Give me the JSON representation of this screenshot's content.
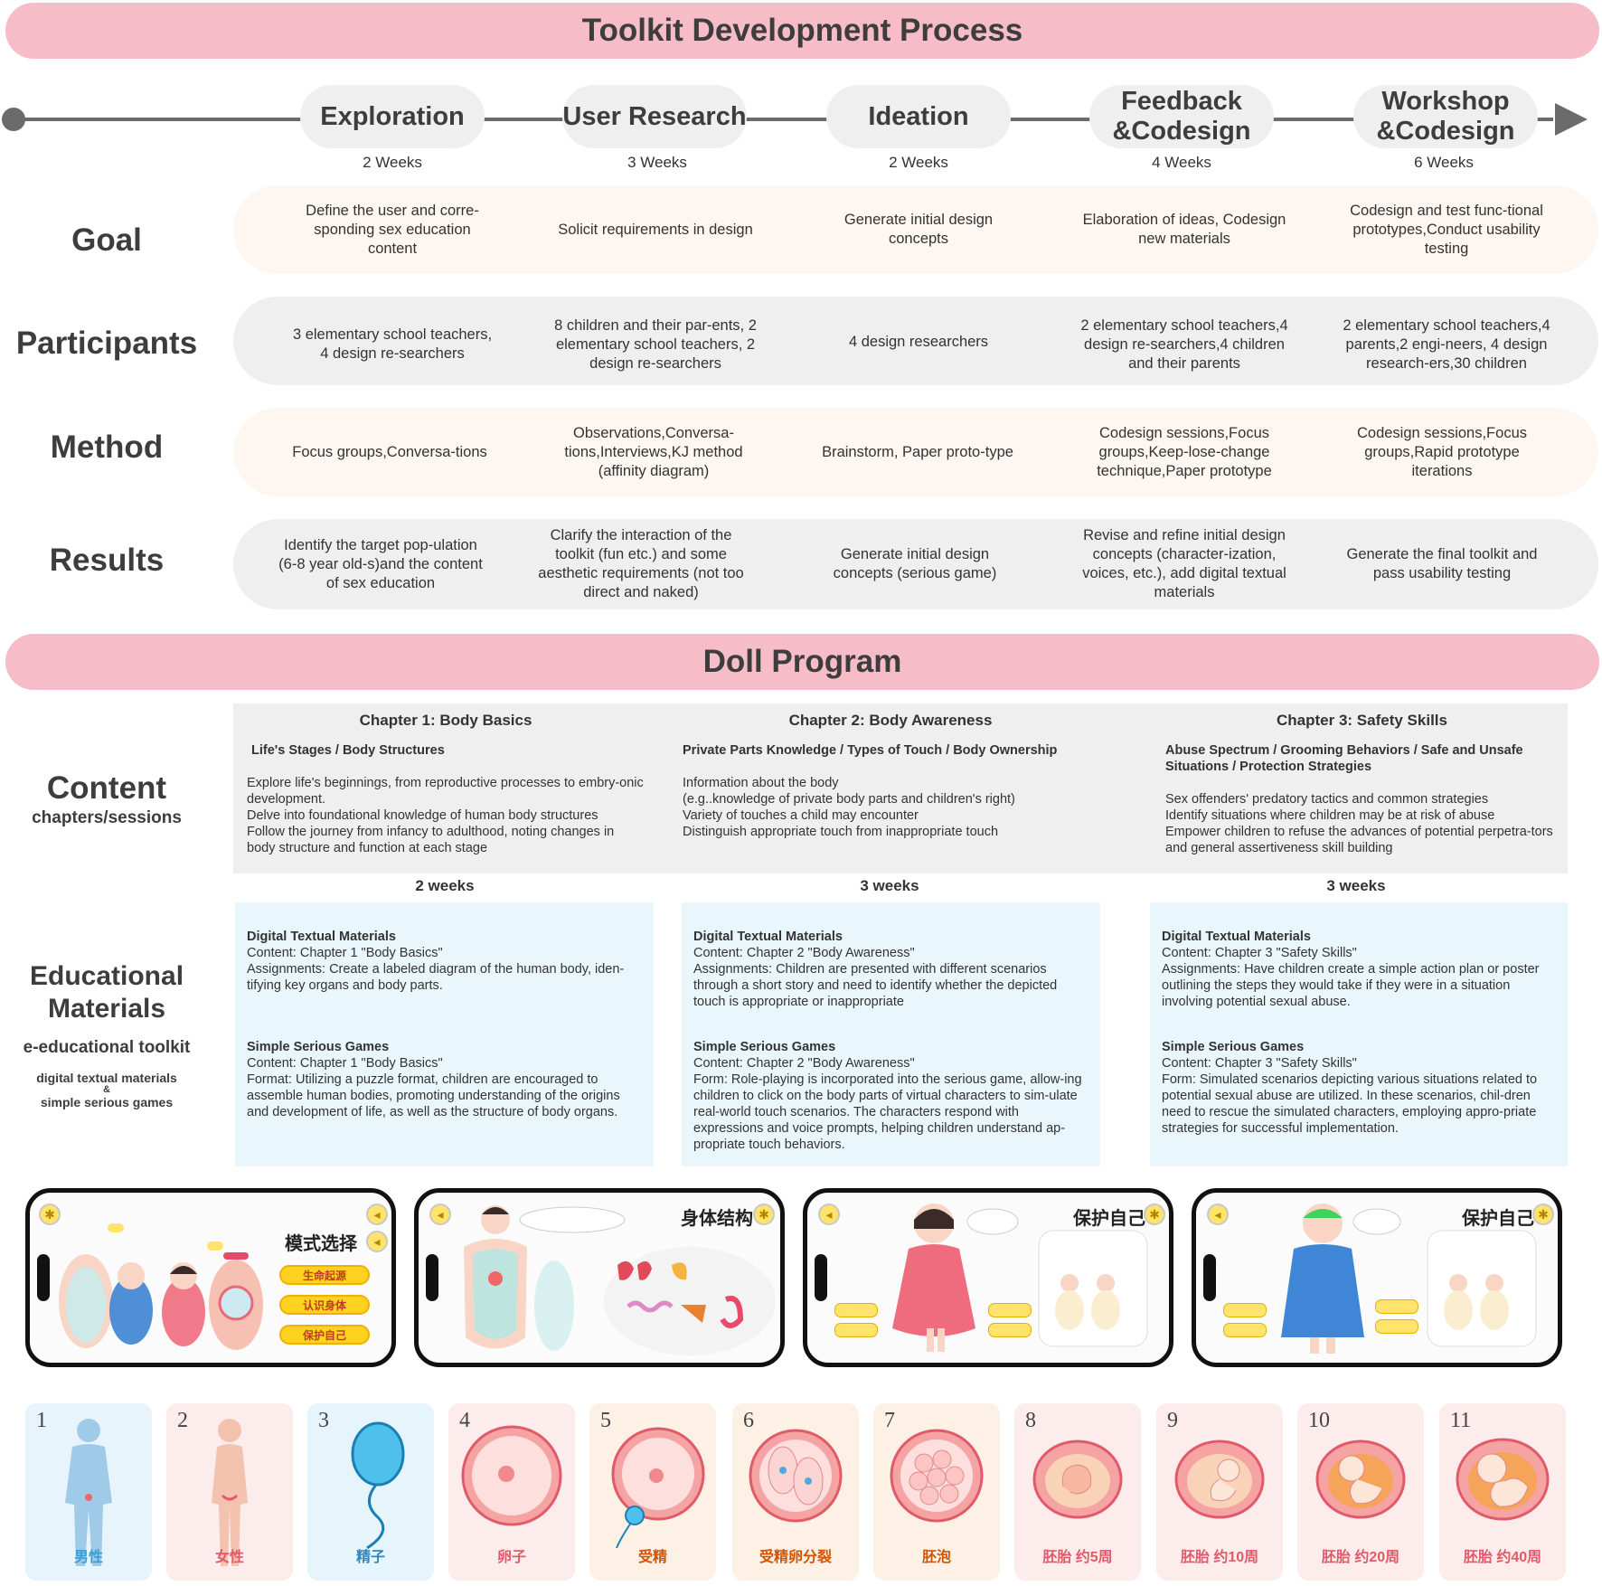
{
  "banners": {
    "process": "Toolkit Development Process",
    "program": "Doll Program"
  },
  "phases": [
    {
      "name": "Exploration",
      "duration": "2 Weeks"
    },
    {
      "name": "User Research",
      "duration": "3 Weeks"
    },
    {
      "name": "Ideation",
      "duration": "2 Weeks"
    },
    {
      "name": "Feedback &Codesign",
      "duration": "4 Weeks"
    },
    {
      "name": "Workshop &Codesign",
      "duration": "6 Weeks"
    }
  ],
  "rows": {
    "goal": {
      "label": "Goal",
      "cells": [
        "Define the user and corre-sponding sex education content",
        "Solicit  requirements in design",
        "Generate initial design concepts",
        "Elaboration of ideas, Codesign new materials",
        "Codesign and test func-tional prototypes,Conduct usability testing"
      ]
    },
    "participants": {
      "label": "Participants",
      "cells": [
        "3 elementary school teachers, 4 design re-searchers",
        "8 children and their par-ents, 2 elementary school teachers, 2 design re-searchers",
        "4 design researchers",
        "2 elementary school teachers,4 design re-searchers,4 children and their parents",
        "2 elementary school teachers,4 parents,2 engi-neers, 4 design research-ers,30 children"
      ]
    },
    "method": {
      "label": "Method",
      "cells": [
        "Focus groups,Conversa-tions",
        "Observations,Conversa-tions,Interviews,KJ method (affinity diagram)",
        "Brainstorm, Paper proto-type",
        "Codesign sessions,Focus groups,Keep-lose-change technique,Paper prototype",
        "Codesign sessions,Focus groups,Rapid prototype iterations"
      ]
    },
    "results": {
      "label": "Results",
      "cells": [
        "Identify the target pop-ulation (6-8 year old-s)and the content of sex education",
        "Clarify the interaction of the toolkit (fun etc.) and some aesthetic requirements (not too direct and naked)",
        "Generate initial design concepts (serious game)",
        "Revise and refine initial design concepts (character-ization, voices, etc.), add digital textual materials",
        "Generate the final toolkit and pass usability testing"
      ]
    }
  },
  "content_label": {
    "title": "Content",
    "sub": "chapters/sessions"
  },
  "materials_label": {
    "title": "Educational Materials",
    "sub": "e-educational toolkit",
    "line1": "digital textual materials",
    "amp": "&",
    "line2": "simple serious games"
  },
  "chapters": [
    {
      "title": "Chapter 1: Body Basics",
      "topics": "Life's Stages / Body Structures",
      "body": [
        "Explore life's beginnings, from reproductive processes to embry-onic development.",
        "Delve into foundational knowledge of human body structures",
        "Follow the journey from infancy to adulthood, noting changes in body structure and function at each stage"
      ],
      "weeks": "2 weeks",
      "dtm_title": "Digital Textual Materials",
      "dtm_content": "Content: Chapter 1 \"Body Basics\"",
      "dtm_assign": "Assignments: Create a labeled diagram of the human body, iden-tifying key organs and body parts.",
      "ssg_title": "Simple Serious Games",
      "ssg_content": "Content: Chapter 1 \"Body Basics\"",
      "ssg_form": "Format: Utilizing a puzzle format, children are encouraged to assemble human bodies, promoting understanding of the origins and development of life, as well as the structure of body organs."
    },
    {
      "title": "Chapter 2: Body Awareness",
      "topics": "Private Parts Knowledge / Types of Touch / Body Ownership",
      "body": [
        "Information about the body",
        "(e.g..knowledge of private body parts and children's right)",
        "Variety of touches a child may encounter",
        "Distinguish appropriate touch from inappropriate touch"
      ],
      "weeks": "3 weeks",
      "dtm_title": "Digital Textual Materials",
      "dtm_content": "Content: Chapter 2 \"Body Awareness\"",
      "dtm_assign": "Assignments: Children are presented with different scenarios through a short story and need to identify whether the depicted touch is appropriate or inappropriate",
      "ssg_title": "Simple Serious Games",
      "ssg_content": "Content: Chapter 2 \"Body Awareness\"",
      "ssg_form": "Form: Role-playing is incorporated into the serious game, allow-ing children to click on the body parts of virtual characters to sim-ulate real-world touch scenarios. The characters respond with expressions and voice prompts, helping children understand ap-propriate touch behaviors."
    },
    {
      "title": "Chapter 3: Safety Skills",
      "topics": "Abuse Spectrum / Grooming Behaviors / Safe and Unsafe Situations / Protection Strategies",
      "body": [
        "Sex offenders' predatory tactics and common strategies",
        "Identify situations where children may be at risk of abuse",
        "Empower children to refuse  the advances of potential perpetra-tors and general assertiveness skill building"
      ],
      "weeks": "3 weeks",
      "dtm_title": "Digital Textual Materials",
      "dtm_content": "Content: Chapter 3 \"Safety Skills\"",
      "dtm_assign": "Assignments: Have children create a simple action plan or poster outlining the steps they would take if they were in a situation involving potential sexual abuse.",
      "ssg_title": "Simple Serious Games",
      "ssg_content": "Content: Chapter 3 \"Safety Skills\"",
      "ssg_form": "Form: Simulated scenarios depicting various situations related to potential sexual abuse are utilized. In these scenarios, chil-dren need to rescue the simulated characters, employing appro-priate strategies for successful implementation."
    }
  ],
  "phones": [
    {
      "title": "模式选择",
      "buttons": [
        "生命起源",
        "认识身体",
        "保护自己"
      ]
    },
    {
      "title": "身体结构"
    },
    {
      "title": "保护自己"
    },
    {
      "title": "保护自己"
    }
  ],
  "cards": [
    {
      "num": "1",
      "label": "男性",
      "bg": "#e8f4fb",
      "color": "#3aa0d8"
    },
    {
      "num": "2",
      "label": "女性",
      "bg": "#fdecec",
      "color": "#e05a6a"
    },
    {
      "num": "3",
      "label": "精子",
      "bg": "#e6f5fb",
      "color": "#2e86c1"
    },
    {
      "num": "4",
      "label": "卵子",
      "bg": "#fdecec",
      "color": "#e05a6a"
    },
    {
      "num": "5",
      "label": "受精",
      "bg": "#fdf1e6",
      "color": "#d35400"
    },
    {
      "num": "6",
      "label": "受精卵分裂",
      "bg": "#fdf1e6",
      "color": "#d35400"
    },
    {
      "num": "7",
      "label": "胚泡",
      "bg": "#fdf1e6",
      "color": "#d35400"
    },
    {
      "num": "8",
      "label": "胚胎 约5周",
      "bg": "#fdecec",
      "color": "#e05a6a"
    },
    {
      "num": "9",
      "label": "胚胎 约10周",
      "bg": "#fdecec",
      "color": "#e05a6a"
    },
    {
      "num": "10",
      "label": "胚胎 约20周",
      "bg": "#fdecec",
      "color": "#e05a6a"
    },
    {
      "num": "11",
      "label": "胚胎 约40周",
      "bg": "#fdecec",
      "color": "#e05a6a"
    }
  ]
}
